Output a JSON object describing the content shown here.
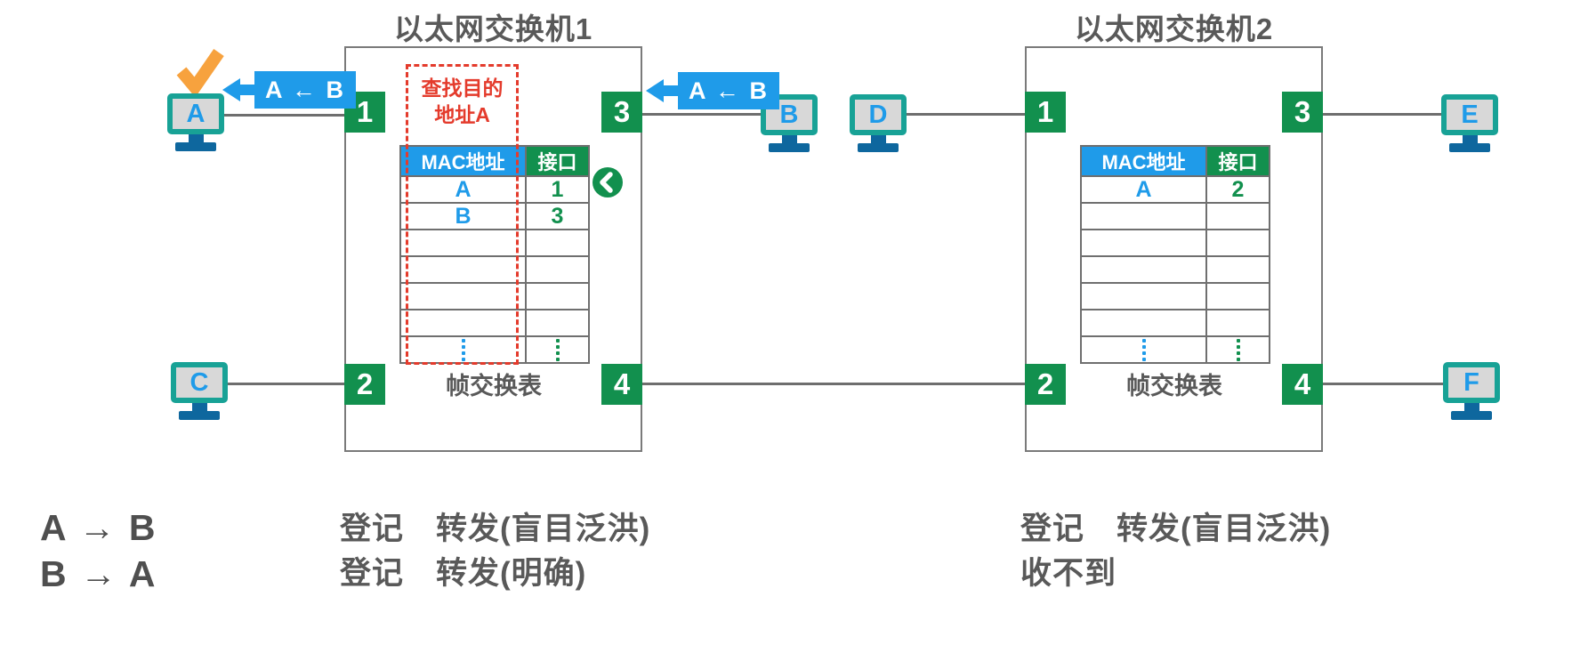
{
  "diagram": {
    "switch1": {
      "title": "以太网交换机1",
      "lookup_note": "查找目的\n地址A",
      "ports": {
        "p1": "1",
        "p2": "2",
        "p3": "3",
        "p4": "4"
      },
      "table": {
        "headers": [
          "MAC地址",
          "接口"
        ],
        "rows": [
          [
            "A",
            "1"
          ],
          [
            "B",
            "3"
          ]
        ],
        "caption": "帧交换表"
      }
    },
    "switch2": {
      "title": "以太网交换机2",
      "ports": {
        "p1": "1",
        "p2": "2",
        "p3": "3",
        "p4": "4"
      },
      "table": {
        "headers": [
          "MAC地址",
          "接口"
        ],
        "rows": [
          [
            "A",
            "2"
          ]
        ],
        "caption": "帧交换表"
      }
    },
    "hosts": {
      "a": "A",
      "b": "B",
      "c": "C",
      "d": "D",
      "e": "E",
      "f": "F"
    },
    "frame_labels": {
      "at_host_a": "A ← B",
      "at_port3": "A ← B"
    },
    "annotations": {
      "flows": [
        "A → B",
        "B → A"
      ],
      "switch1": [
        "登记　转发(盲目泛洪)",
        "登记　转发(明确)"
      ],
      "switch2": [
        "登记　转发(盲目泛洪)",
        "收不到"
      ]
    },
    "colors": {
      "green": "#12904E",
      "blue": "#1F9BE9",
      "red": "#E43B2C",
      "orange": "#F7A23E",
      "text_gray": "#595959"
    }
  }
}
